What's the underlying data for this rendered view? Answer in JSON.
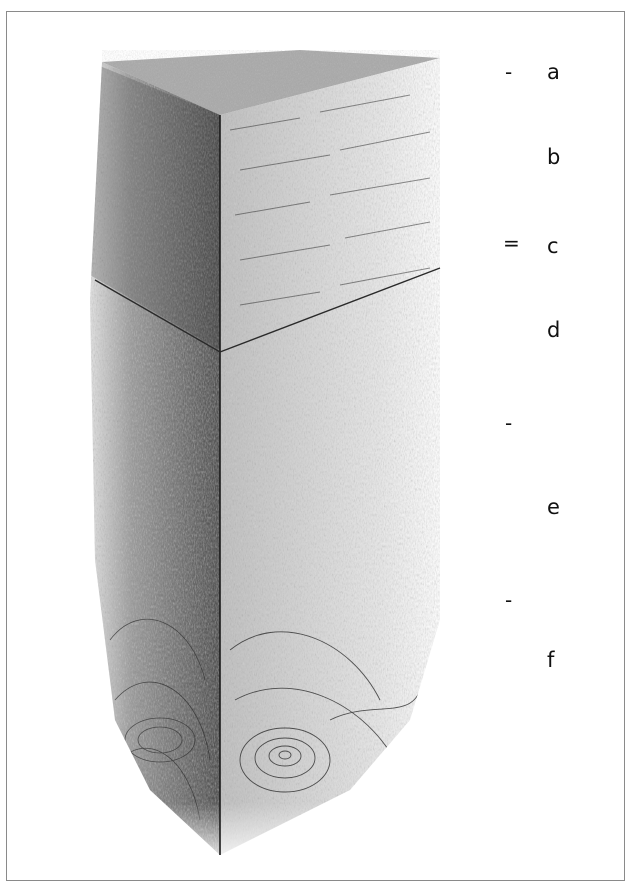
{
  "horizon_labels": [
    "a",
    "b",
    "c",
    "d",
    "e",
    "f"
  ],
  "boundary_marks": [
    "-",
    "=",
    "-",
    "-"
  ],
  "colors": {
    "frame": "#8a8a8a",
    "ink": "#111111",
    "dark_face": "#6e6e6e",
    "light_face": "#d9d9d9"
  }
}
